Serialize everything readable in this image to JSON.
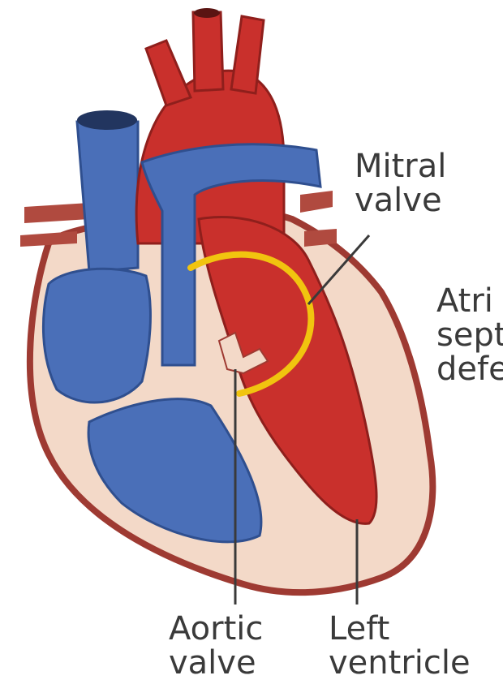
{
  "labels": {
    "mitral_valve": [
      "Mitral",
      "valve"
    ],
    "atrial_septal_defect": [
      "Atri",
      "sept",
      "defe"
    ],
    "aortic_valve": [
      "Aortic",
      "valve"
    ],
    "left_ventricle": [
      "Left",
      "ventricle"
    ]
  },
  "colors": {
    "oxygenated": "#c9302c",
    "deoxygenated": "#4a6fb8",
    "wall": "#f3d9c8",
    "wall_border": "#9e3a32",
    "highlight": "#f1c40f",
    "leader_line": "#3a3a3a",
    "label_text": "#3a3a3a"
  }
}
